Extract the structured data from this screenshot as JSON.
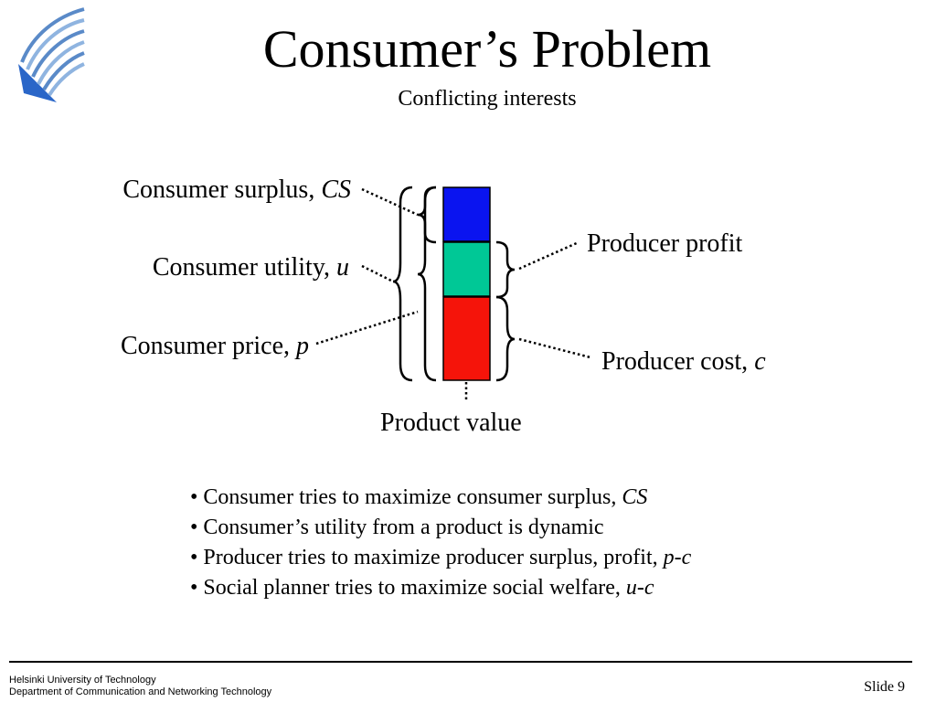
{
  "title": "Consumer’s Problem",
  "subtitle": "Conflicting interests",
  "diagram": {
    "labels": {
      "consumer_surplus": {
        "text": "Consumer surplus, ",
        "var": "CS"
      },
      "consumer_utility": {
        "text": "Consumer utility, ",
        "var": "u"
      },
      "consumer_price": {
        "text": "Consumer price, ",
        "var": "p"
      },
      "producer_profit": {
        "text": "Producer profit"
      },
      "producer_cost": {
        "text": "Producer cost, ",
        "var": "c"
      },
      "product_value": {
        "text": "Product value"
      }
    },
    "colors": {
      "surplus": "#0A14F0",
      "profit": "#00C896",
      "cost": "#F5140A"
    }
  },
  "bullets": [
    {
      "text": "• Consumer tries to maximize consumer surplus, ",
      "var": "CS"
    },
    {
      "text": "• Consumer’s utility from a product is dynamic",
      "var": ""
    },
    {
      "text": "• Producer tries to maximize producer surplus, profit, ",
      "var": "p-c"
    },
    {
      "text": "• Social planner tries to maximize social welfare, ",
      "var": "u-c"
    }
  ],
  "footer": {
    "university": "Helsinki University of Technology",
    "department": "Department of Communication and Networking Technology",
    "slide": "Slide 9"
  },
  "logo": {
    "icon": "university-logo-icon",
    "colors": [
      "#5A8AC8",
      "#8FB4E0",
      "#2A66C8"
    ]
  }
}
